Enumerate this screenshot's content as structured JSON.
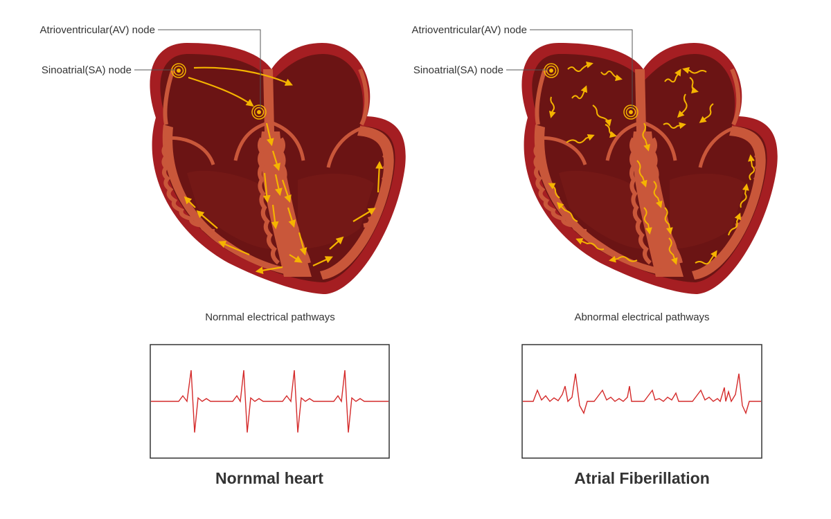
{
  "panels": [
    {
      "id": "normal",
      "av_label": "Atrioventricular(AV) node",
      "sa_label": "Sinoatrial(SA) node",
      "caption": "Nornmal electrical pathways",
      "title": "Nornmal heart"
    },
    {
      "id": "afib",
      "av_label": "Atrioventricular(AV) node",
      "sa_label": "Sinoatrial(SA) node",
      "caption": "Abnormal electrical pathways",
      "title": "Atrial Fiberillation"
    }
  ],
  "colors": {
    "outer_wall": "#a51e22",
    "chamber": "#6b1414",
    "myocardium": "#c9573a",
    "muscle_dark": "#b04a30",
    "signal": "#f5b400",
    "ecg_line": "#d42a2a",
    "text": "#333333",
    "leader": "#555555"
  }
}
